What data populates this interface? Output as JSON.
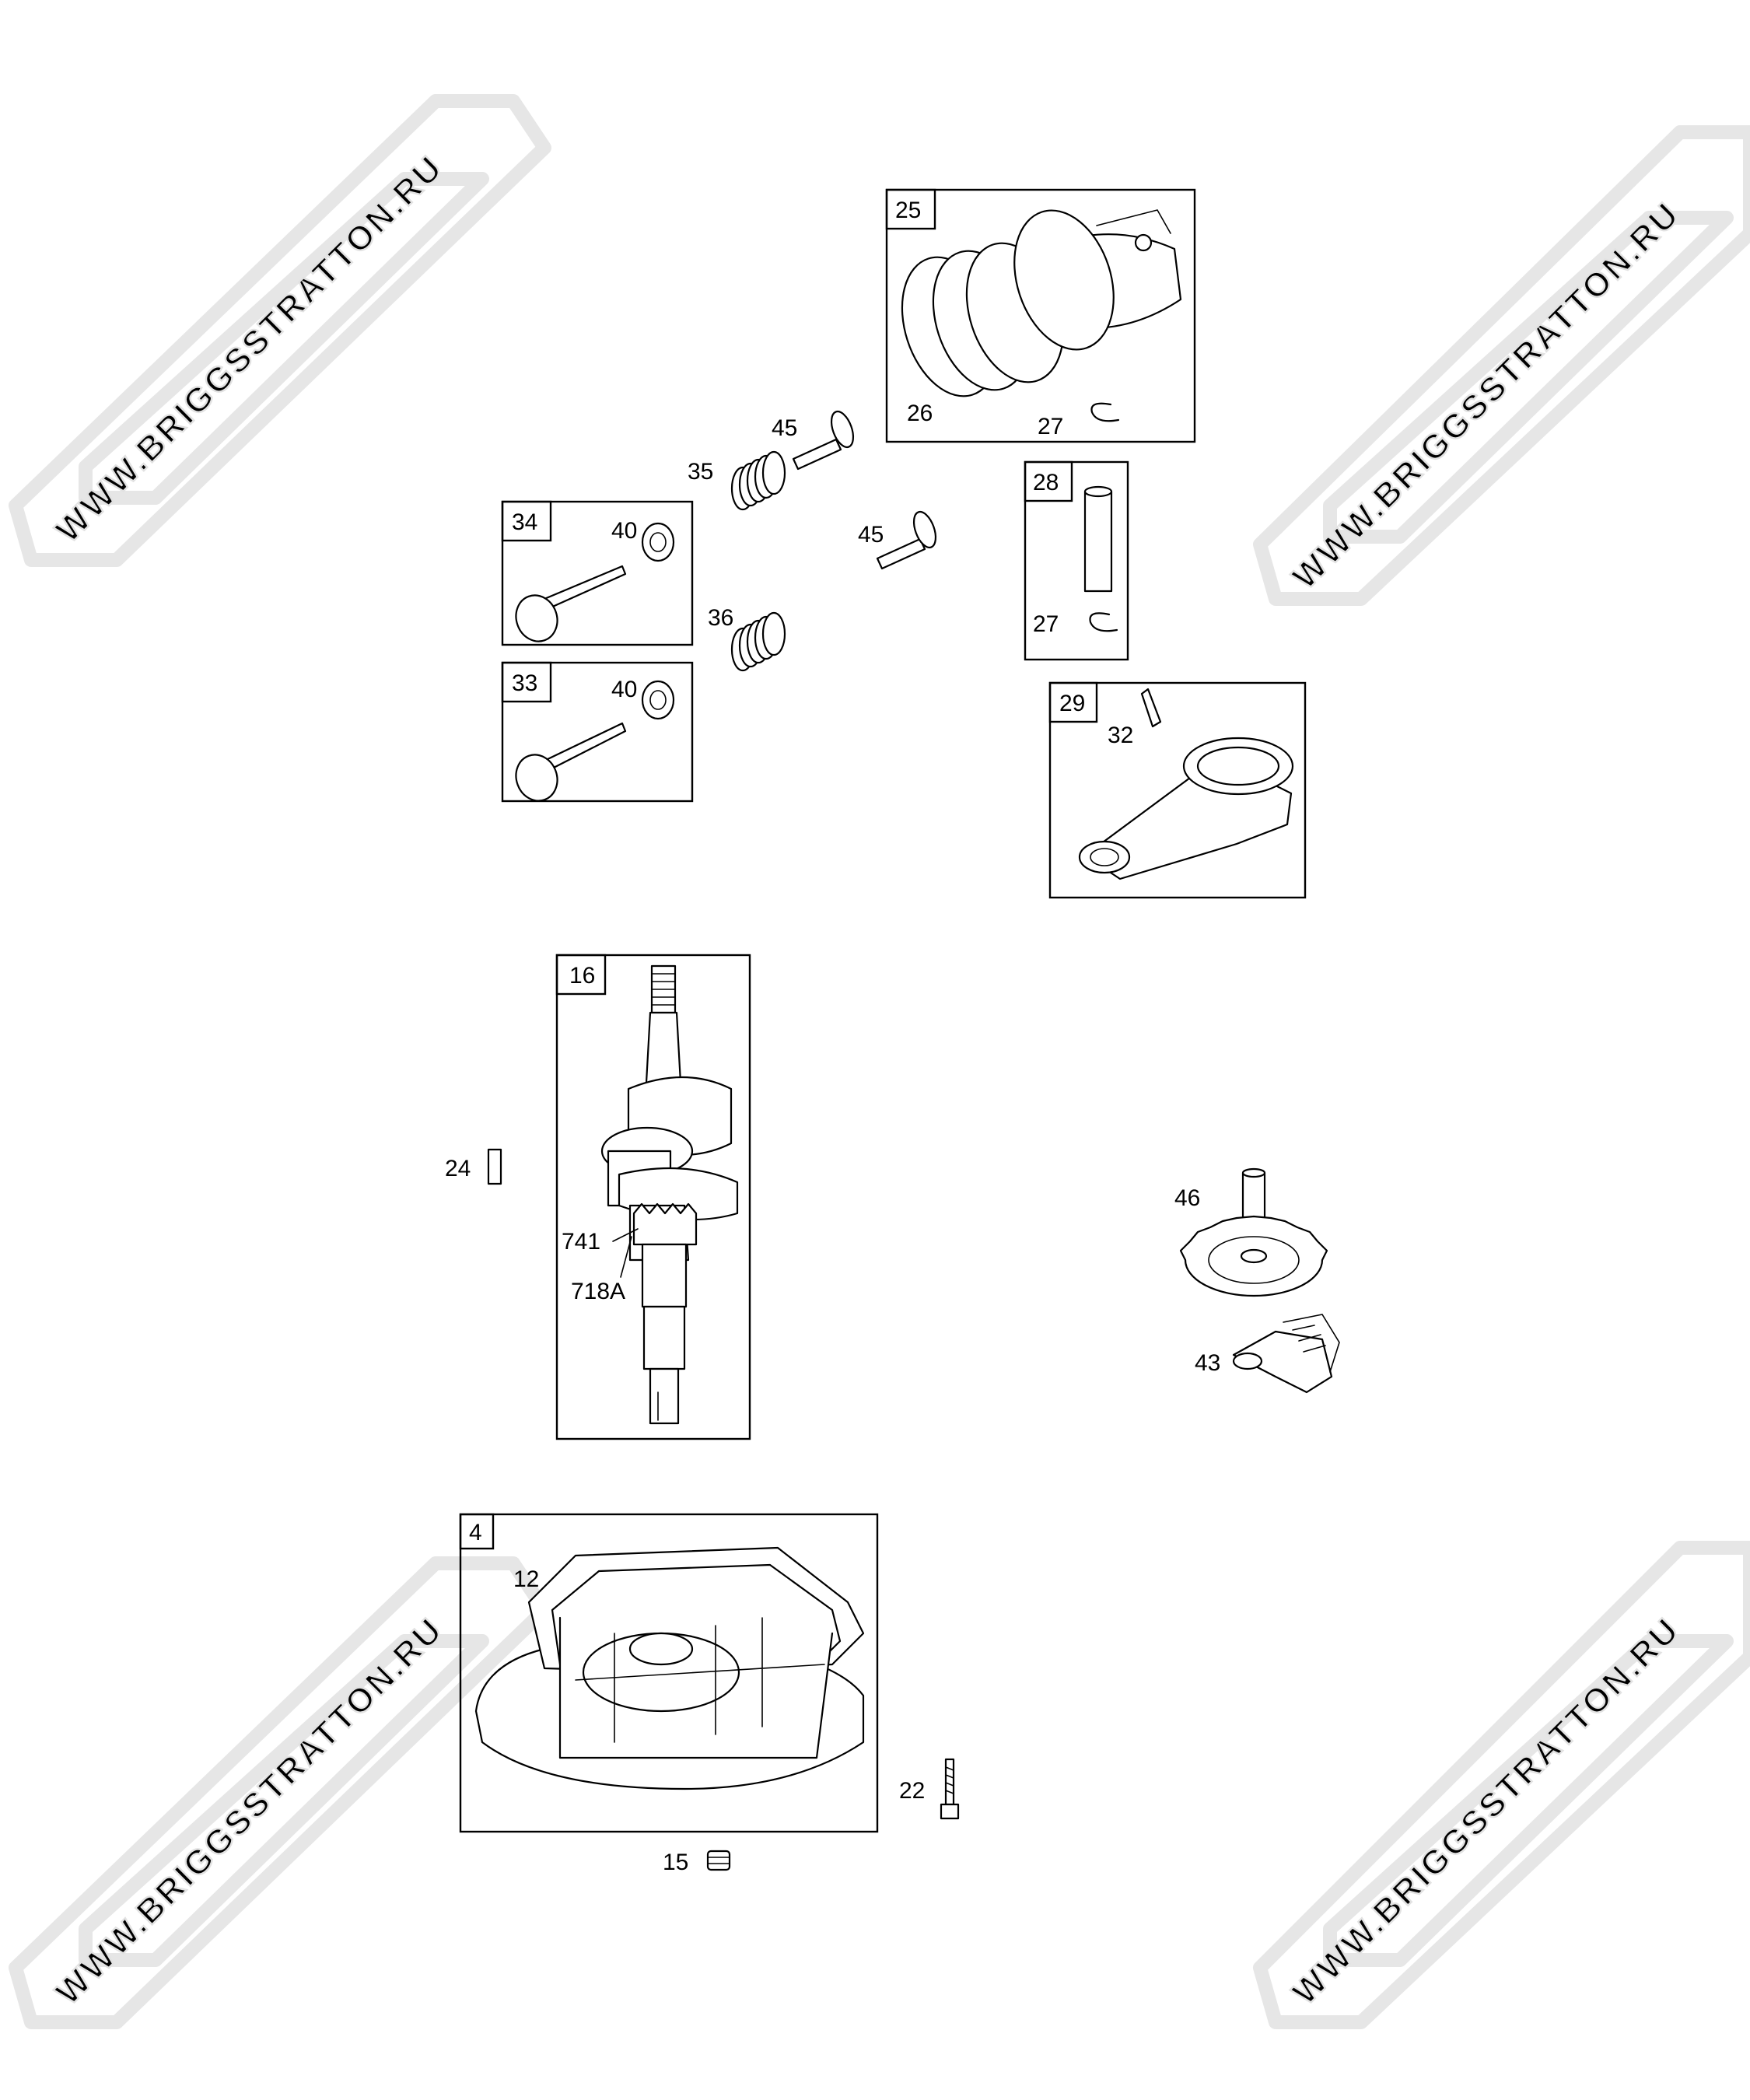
{
  "watermark": {
    "text": "WWW.BRIGGSSTRATTON.RU"
  },
  "colors": {
    "line": "#000000",
    "background": "#ffffff",
    "watermark": "#e6e6e6"
  },
  "boxes": [
    {
      "id": "box-25",
      "number": "25"
    },
    {
      "id": "box-28",
      "number": "28"
    },
    {
      "id": "box-34",
      "number": "34"
    },
    {
      "id": "box-33",
      "number": "33"
    },
    {
      "id": "box-29",
      "number": "29"
    },
    {
      "id": "box-16",
      "number": "16"
    },
    {
      "id": "box-4",
      "number": "4"
    }
  ],
  "labels": {
    "piston_rings": "26",
    "retainer_piston": "27",
    "retainer_pin": "27",
    "pin_upper": "45",
    "pin_lower": "45",
    "spring_exhaust": "35",
    "spring_intake": "36",
    "keeper_exhaust": "40",
    "keeper_intake": "40",
    "rod_screw": "32",
    "key": "24",
    "gear_key": "741",
    "timing_gear": "718A",
    "cam_gear": "46",
    "governor": "43",
    "gasket": "12",
    "sump_bolt": "22",
    "oil_plug": "15"
  }
}
